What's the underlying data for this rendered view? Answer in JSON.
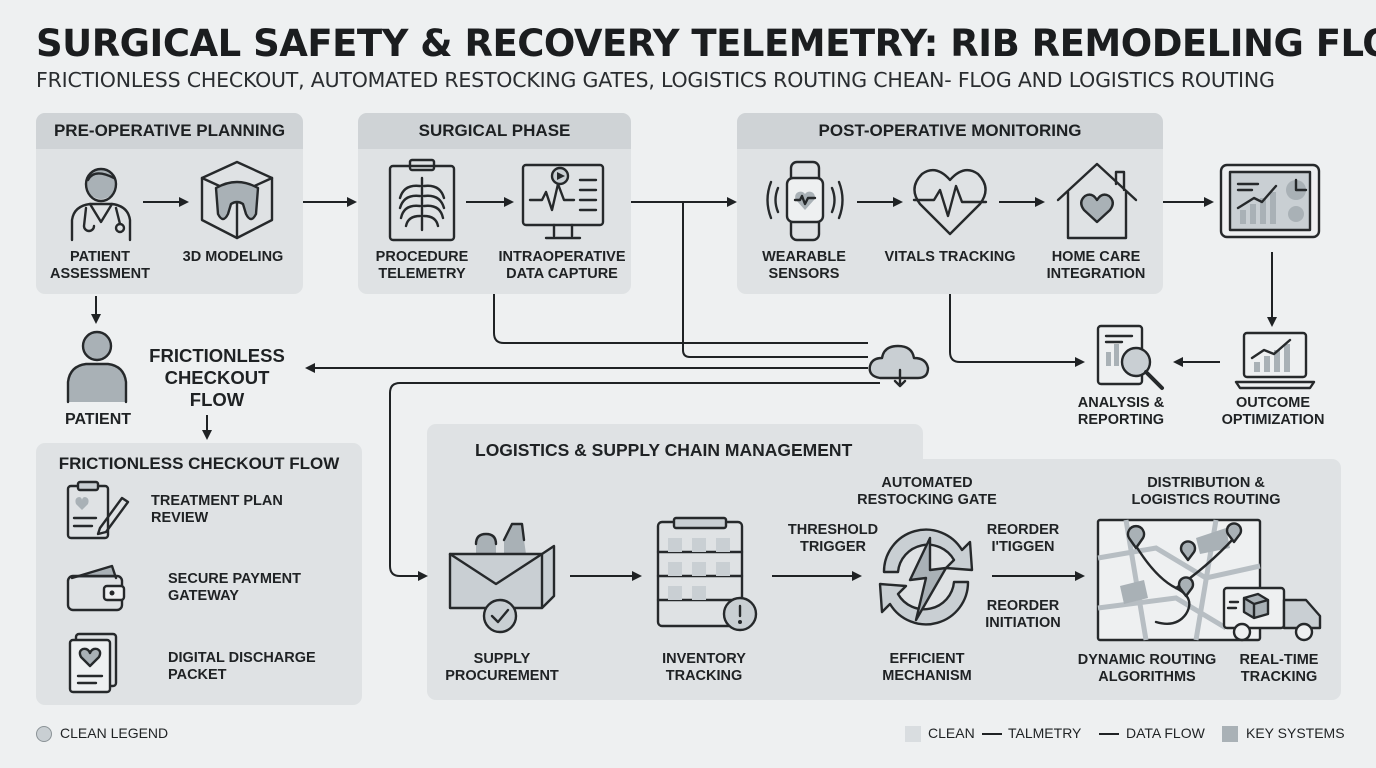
{
  "header": {
    "title": "SURGICAL SAFETY & RECOVERY TELEMETRY: RIB REMODELING FLOW",
    "subtitle": "FRICTIONLESS CHECKOUT, AUTOMATED RESTOCKING GATES, LOGISTICS ROUTING CHEAN- FLOG AND LOGISTICS ROUTING"
  },
  "pre_op": {
    "title": "PRE-OPERATIVE PLANNING",
    "patient_assessment": "PATIENT\nASSESSMENT",
    "modeling": "3D MODELING"
  },
  "surgical": {
    "title": "SURGICAL PHASE",
    "telemetry": "PROCEDURE\nTELEMETRY",
    "capture": "INTRAOPERATIVE\nDATA CAPTURE"
  },
  "post_op": {
    "title": "POST-OPERATIVE MONITORING",
    "sensors": "WEARABLE\nSENSORS",
    "vitals": "VITALS TRACKING",
    "home": "HOME CARE\nINTEGRATION"
  },
  "analysis": {
    "reporting": "ANALYSIS &\nREPORTING",
    "outcome": "OUTCOME\nOPTIMIZATION"
  },
  "patient": {
    "label": "PATIENT",
    "checkout_flow_heading": "FRICTIONLESS\nCHECKOUT\nFLOW"
  },
  "checkout": {
    "title": "FRICTIONLESS CHECKOUT FLOW",
    "items": [
      {
        "label": "TREATMENT PLAN\nREVIEW",
        "icon": "clipboard-pen-icon"
      },
      {
        "label": "SECURE PAYMENT\nGATEWAY",
        "icon": "wallet-icon"
      },
      {
        "label": "DIGITAL DISCHARGE\nPACKET",
        "icon": "document-heart-icon"
      }
    ]
  },
  "logistics": {
    "title": "LOGISTICS & SUPPLY CHAIN MANAGEMENT",
    "procurement": "SUPPLY\nPROCUREMENT",
    "inventory": "INVENTORY\nTRACKING",
    "threshold": "THRESHOLD\nTRIGGER",
    "gate_title": "AUTOMATED\nRESTOCKING GATE",
    "reorder_trigger": "REORDER\nI'TIGGEN",
    "reorder_initiation": "REORDER\nINITIATION",
    "mechanism": "EFFICIENT\nMECHANISM",
    "distribution_title": "DISTRIBUTION &\nLOGISTICS ROUTING",
    "routing": "DYNAMIC ROUTING\nALGORITHMS",
    "realtime": "REAL-TIME\nTRACKING"
  },
  "legend": {
    "left": "CLEAN LEGEND",
    "items": [
      "CLEAN",
      "TALMETRY",
      "DATA FLOW",
      "KEY SYSTEMS"
    ]
  },
  "colors": {
    "background": "#eef0f1",
    "panel": "#dfe2e4",
    "panel_header": "#cfd3d6",
    "accent": "#a9b1b6",
    "ink": "#26292b"
  }
}
